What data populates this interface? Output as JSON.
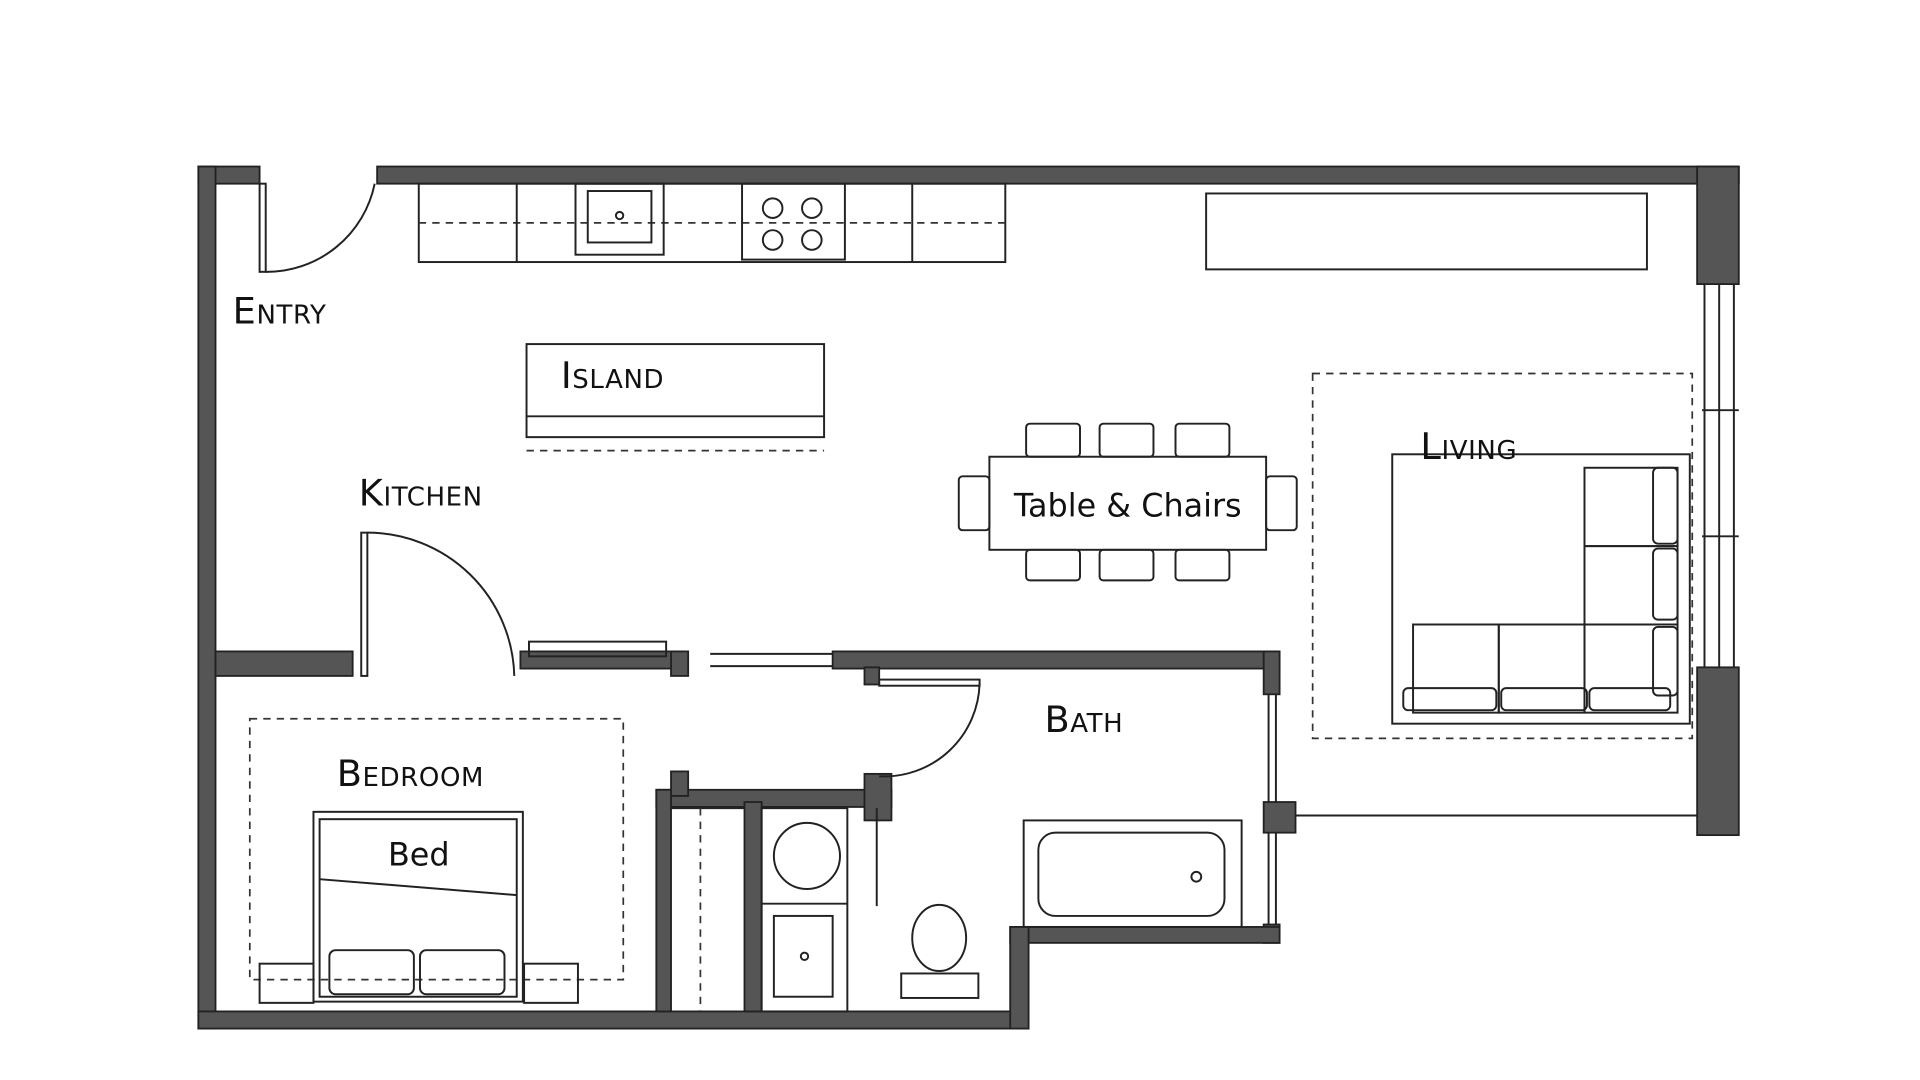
{
  "labels": {
    "entry": "Entry",
    "island": "Island",
    "kitchen": "Kitchen",
    "living": "Living",
    "table": "Table & Chairs",
    "bath": "Bath",
    "bedroom": "Bedroom",
    "bed": "Bed"
  },
  "colors": {
    "wall": "#555555",
    "line": "#222222",
    "background": "#ffffff"
  }
}
